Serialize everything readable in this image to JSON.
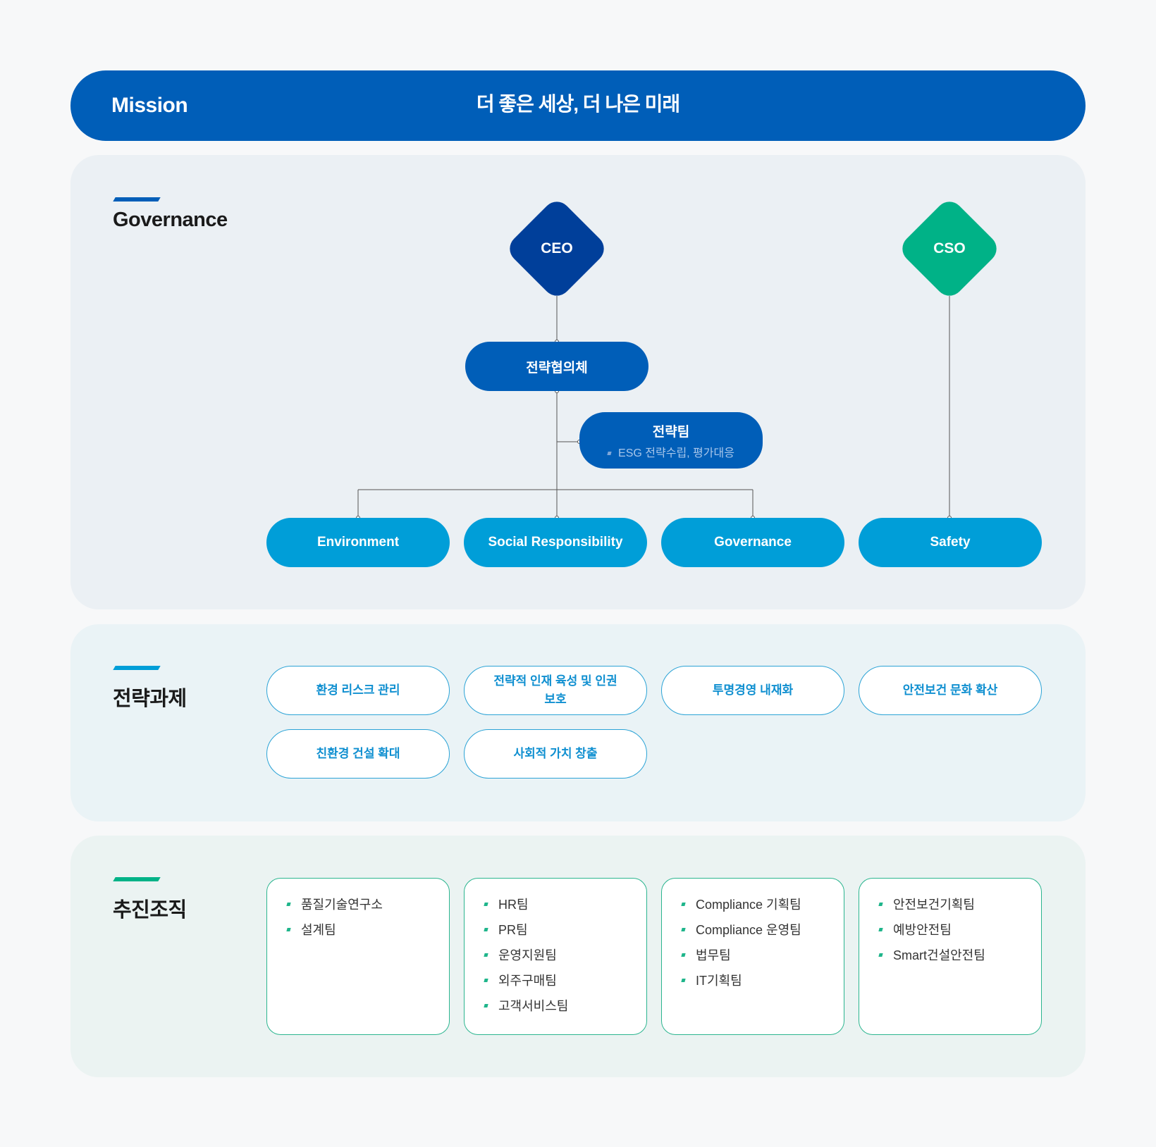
{
  "mission": {
    "label": "Mission",
    "text": "더 좋은 세상, 더 나은 미래"
  },
  "governance": {
    "title": "Governance",
    "ceo": "CEO",
    "cso": "CSO",
    "council": "전략협의체",
    "team": {
      "title": "전략팀",
      "sub": "ESG 전략수립, 평가대응"
    },
    "areas": [
      "Environment",
      "Social Responsibility",
      "Governance",
      "Safety"
    ]
  },
  "tasks": {
    "title": "전략과제",
    "items": [
      "환경 리스크 관리",
      "전략적 인재 육성 및 인권 보호",
      "투명경영 내재화",
      "안전보건 문화 확산",
      "친환경 건설 확대",
      "사회적 가치 창출"
    ]
  },
  "org": {
    "title": "추진조직",
    "columns": [
      [
        "품질기술연구소",
        "설계팀"
      ],
      [
        "HR팀",
        "PR팀",
        "운영지원팀",
        "외주구매팀",
        "고객서비스팀"
      ],
      [
        "Compliance 기획팀",
        "Compliance 운영팀",
        "법무팀",
        "IT기획팀"
      ],
      [
        "안전보건기획팀",
        "예방안전팀",
        "Smart건설안전팀"
      ]
    ]
  },
  "colors": {
    "primary": "#005eb8",
    "ceo": "#003f9a",
    "cso": "#00b287",
    "area": "#009ed8",
    "task_border": "#2ba3d6",
    "org_border": "#2bb58f"
  }
}
